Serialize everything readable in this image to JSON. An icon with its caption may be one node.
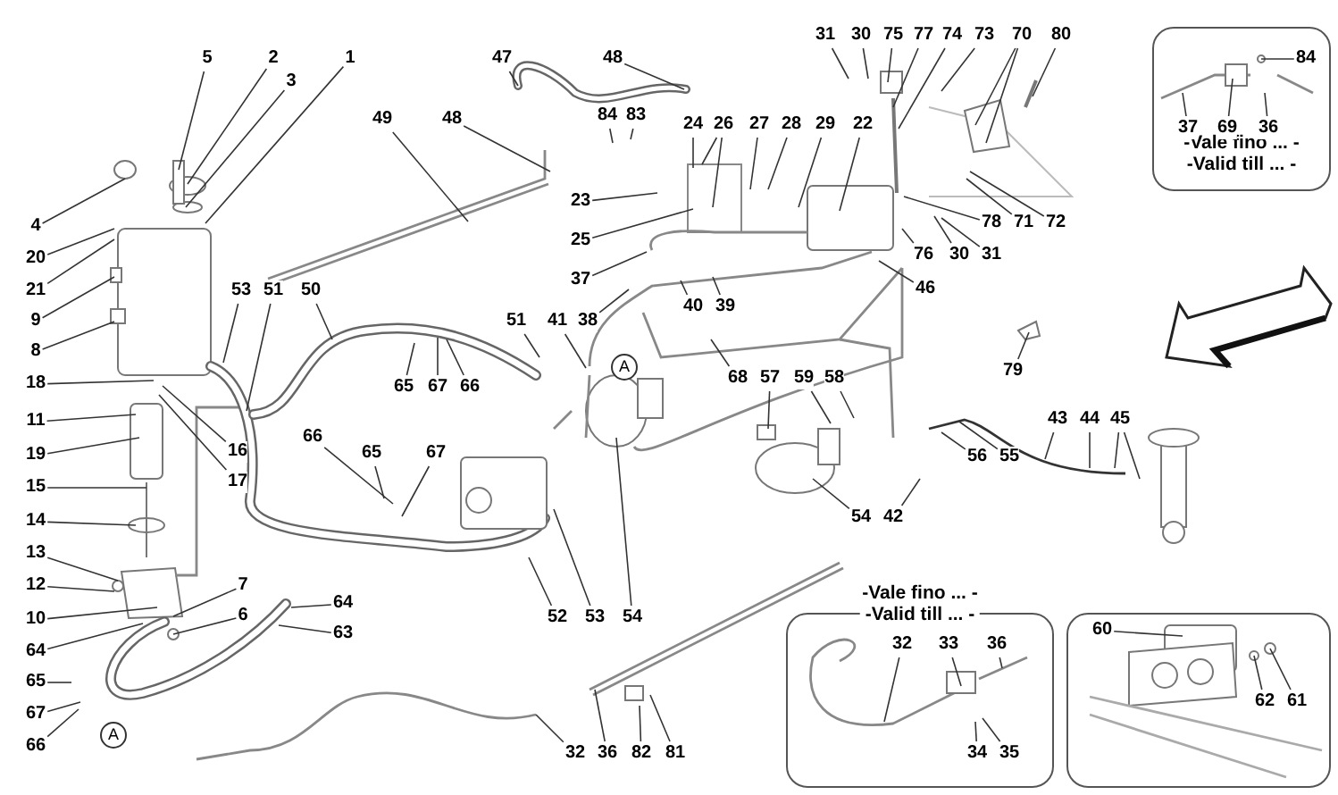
{
  "diagram": {
    "nodes": [
      {
        "text": [
          "5"
        ]
      },
      {
        "text": [
          "2"
        ]
      },
      {
        "text": [
          "3"
        ]
      },
      {
        "text": [
          "1"
        ]
      },
      {
        "text": [
          "4"
        ]
      },
      {
        "text": [
          "20"
        ]
      },
      {
        "text": [
          "21"
        ]
      },
      {
        "text": [
          "9"
        ]
      },
      {
        "text": [
          "8"
        ]
      },
      {
        "text": [
          "18"
        ]
      },
      {
        "text": [
          "11"
        ]
      },
      {
        "text": [
          "19"
        ]
      },
      {
        "text": [
          "15"
        ]
      },
      {
        "text": [
          "14"
        ]
      },
      {
        "text": [
          "13"
        ]
      },
      {
        "text": [
          "12"
        ]
      },
      {
        "text": [
          "10"
        ]
      },
      {
        "text": [
          "64"
        ]
      },
      {
        "text": [
          "65"
        ]
      },
      {
        "text": [
          "67"
        ]
      },
      {
        "text": [
          "66"
        ]
      },
      {
        "text": [
          "16"
        ]
      },
      {
        "text": [
          "17"
        ]
      },
      {
        "text": [
          "53"
        ]
      },
      {
        "text": [
          "51"
        ]
      },
      {
        "text": [
          "50"
        ]
      },
      {
        "text": [
          "7"
        ]
      },
      {
        "text": [
          "6"
        ]
      },
      {
        "text": [
          "64"
        ]
      },
      {
        "text": [
          "63"
        ]
      },
      {
        "text": [
          "47"
        ]
      },
      {
        "text": [
          "48"
        ]
      },
      {
        "text": [
          "49"
        ]
      },
      {
        "text": [
          "48"
        ]
      },
      {
        "text": [
          "84"
        ]
      },
      {
        "text": [
          "83"
        ]
      },
      {
        "text": [
          "24"
        ]
      },
      {
        "text": [
          "26"
        ]
      },
      {
        "text": [
          "27"
        ]
      },
      {
        "text": [
          "28"
        ]
      },
      {
        "text": [
          "29"
        ]
      },
      {
        "text": [
          "22"
        ]
      },
      {
        "text": [
          "23"
        ]
      },
      {
        "text": [
          "25"
        ]
      },
      {
        "text": [
          "37"
        ]
      },
      {
        "text": [
          "38"
        ]
      },
      {
        "text": [
          "40"
        ]
      },
      {
        "text": [
          "39"
        ]
      },
      {
        "text": [
          "41"
        ]
      },
      {
        "text": [
          "51"
        ]
      },
      {
        "text": [
          "65"
        ]
      },
      {
        "text": [
          "67"
        ]
      },
      {
        "text": [
          "66"
        ]
      },
      {
        "text": [
          "68"
        ]
      },
      {
        "text": [
          "57"
        ]
      },
      {
        "text": [
          "59"
        ]
      },
      {
        "text": [
          "58"
        ]
      },
      {
        "text": [
          "66"
        ]
      },
      {
        "text": [
          "65"
        ]
      },
      {
        "text": [
          "67"
        ]
      },
      {
        "text": [
          "52"
        ]
      },
      {
        "text": [
          "53"
        ]
      },
      {
        "text": [
          "54"
        ]
      },
      {
        "text": [
          "54"
        ]
      },
      {
        "text": [
          "42"
        ]
      },
      {
        "text": [
          "56"
        ]
      },
      {
        "text": [
          "55"
        ]
      },
      {
        "text": [
          "43"
        ]
      },
      {
        "text": [
          "44"
        ]
      },
      {
        "text": [
          "45"
        ]
      },
      {
        "text": [
          "79"
        ]
      },
      {
        "text": [
          "32"
        ]
      },
      {
        "text": [
          "36"
        ]
      },
      {
        "text": [
          "82"
        ]
      },
      {
        "text": [
          "81"
        ]
      },
      {
        "text": [
          "31"
        ]
      },
      {
        "text": [
          "30"
        ]
      },
      {
        "text": [
          "75"
        ]
      },
      {
        "text": [
          "77"
        ]
      },
      {
        "text": [
          "74"
        ]
      },
      {
        "text": [
          "73"
        ]
      },
      {
        "text": [
          "70"
        ]
      },
      {
        "text": [
          "80"
        ]
      },
      {
        "text": [
          "78"
        ]
      },
      {
        "text": [
          "71"
        ]
      },
      {
        "text": [
          "72"
        ]
      },
      {
        "text": [
          "76"
        ]
      },
      {
        "text": [
          "30"
        ]
      },
      {
        "text": [
          "31"
        ]
      },
      {
        "text": [
          "46"
        ]
      },
      {
        "text": [
          "-Vale fino ... -",
          "-Valid till ... -"
        ]
      },
      {
        "text": [
          "84"
        ],
        "in": 90
      },
      {
        "text": [
          "37"
        ],
        "in": 90
      },
      {
        "text": [
          "69"
        ],
        "in": 90
      },
      {
        "text": [
          "36"
        ],
        "in": 90
      },
      {
        "text": [
          "-Vale fino ... -",
          "-Valid till ... -"
        ]
      },
      {
        "text": [
          "32"
        ],
        "in": 95
      },
      {
        "text": [
          "33"
        ],
        "in": 95
      },
      {
        "text": [
          "36"
        ],
        "in": 95
      },
      {
        "text": [
          "34"
        ],
        "in": 95
      },
      {
        "text": [
          "35"
        ],
        "in": 95
      },
      {
        "text": [],
        "shape": "box"
      },
      {
        "text": [
          "60"
        ],
        "in": 101
      },
      {
        "text": [
          "62"
        ],
        "in": 101
      },
      {
        "text": [
          "61"
        ],
        "in": 101
      }
    ],
    "edges": [
      {
        "from": 0,
        "to": null,
        "arrow": "none"
      },
      {
        "from": 1,
        "to": null,
        "arrow": "none"
      },
      {
        "from": 2,
        "to": null,
        "arrow": "none"
      },
      {
        "from": 3,
        "to": null,
        "arrow": "none"
      },
      {
        "from": 4,
        "to": null,
        "arrow": "none"
      },
      {
        "from": 5,
        "to": null,
        "arrow": "none"
      },
      {
        "from": 6,
        "to": null,
        "arrow": "none"
      },
      {
        "from": 7,
        "to": null,
        "arrow": "none"
      },
      {
        "from": 8,
        "to": null,
        "arrow": "none"
      },
      {
        "from": 9,
        "to": null,
        "arrow": "none"
      },
      {
        "from": 10,
        "to": null,
        "arrow": "none"
      },
      {
        "from": 11,
        "to": null,
        "arrow": "none"
      },
      {
        "from": 12,
        "to": null,
        "arrow": "none"
      },
      {
        "from": 13,
        "to": null,
        "arrow": "none"
      },
      {
        "from": 14,
        "to": null,
        "arrow": "none"
      },
      {
        "from": 15,
        "to": null,
        "arrow": "none"
      },
      {
        "from": 16,
        "to": null,
        "arrow": "none"
      },
      {
        "from": 17,
        "to": null,
        "arrow": "none"
      },
      {
        "from": 18,
        "to": null,
        "arrow": "none"
      },
      {
        "from": 19,
        "to": null,
        "arrow": "none"
      },
      {
        "from": 20,
        "to": null,
        "arrow": "none"
      },
      {
        "from": 21,
        "to": null,
        "arrow": "none"
      },
      {
        "from": 22,
        "to": null,
        "arrow": "none"
      },
      {
        "from": 23,
        "to": null,
        "arrow": "none"
      },
      {
        "from": 24,
        "to": null,
        "arrow": "none"
      },
      {
        "from": 25,
        "to": null,
        "arrow": "none"
      },
      {
        "from": 26,
        "to": null,
        "arrow": "none"
      },
      {
        "from": 27,
        "to": null,
        "arrow": "none"
      },
      {
        "from": 28,
        "to": null,
        "arrow": "none"
      },
      {
        "from": 29,
        "to": null,
        "arrow": "none"
      },
      {
        "from": 30,
        "to": null,
        "arrow": "none"
      },
      {
        "from": 31,
        "to": null,
        "arrow": "none"
      },
      {
        "from": 32,
        "to": null,
        "arrow": "none"
      },
      {
        "from": 33,
        "to": null,
        "arrow": "none"
      },
      {
        "from": 34,
        "to": null,
        "arrow": "none"
      },
      {
        "from": 35,
        "to": null,
        "arrow": "none"
      },
      {
        "from": 36,
        "to": null,
        "arrow": "none"
      },
      {
        "from": 37,
        "to": null,
        "arrow": "none"
      },
      {
        "from": 37,
        "to": null,
        "arrow": "none"
      },
      {
        "from": 38,
        "to": null,
        "arrow": "none"
      },
      {
        "from": 39,
        "to": null,
        "arrow": "none"
      },
      {
        "from": 40,
        "to": null,
        "arrow": "none"
      },
      {
        "from": 41,
        "to": null,
        "arrow": "none"
      },
      {
        "from": 42,
        "to": null,
        "arrow": "none"
      },
      {
        "from": 43,
        "to": null,
        "arrow": "none"
      },
      {
        "from": 44,
        "to": null,
        "arrow": "none"
      },
      {
        "from": 45,
        "to": null,
        "arrow": "none"
      },
      {
        "from": 46,
        "to": null,
        "arrow": "none"
      },
      {
        "from": 47,
        "to": null,
        "arrow": "none"
      },
      {
        "from": 48,
        "to": null,
        "arrow": "none"
      },
      {
        "from": 49,
        "to": null,
        "arrow": "none"
      },
      {
        "from": 50,
        "to": null,
        "arrow": "none"
      },
      {
        "from": 51,
        "to": null,
        "arrow": "none"
      },
      {
        "from": 52,
        "to": null,
        "arrow": "none"
      },
      {
        "from": 53,
        "to": null,
        "arrow": "none"
      },
      {
        "from": 54,
        "to": null,
        "arrow": "none"
      },
      {
        "from": 55,
        "to": null,
        "arrow": "none"
      },
      {
        "from": 56,
        "to": null,
        "arrow": "none"
      },
      {
        "from": 57,
        "to": null,
        "arrow": "none"
      },
      {
        "from": 58,
        "to": null,
        "arrow": "none"
      },
      {
        "from": 59,
        "to": null,
        "arrow": "none"
      },
      {
        "from": 60,
        "to": null,
        "arrow": "none"
      },
      {
        "from": 61,
        "to": null,
        "arrow": "none"
      },
      {
        "from": 62,
        "to": null,
        "arrow": "none"
      },
      {
        "from": 63,
        "to": null,
        "arrow": "none"
      },
      {
        "from": 64,
        "to": null,
        "arrow": "none"
      },
      {
        "from": 65,
        "to": null,
        "arrow": "none"
      },
      {
        "from": 66,
        "to": null,
        "arrow": "none"
      },
      {
        "from": 67,
        "to": null,
        "arrow": "none"
      },
      {
        "from": 68,
        "to": null,
        "arrow": "none"
      },
      {
        "from": 69,
        "to": null,
        "arrow": "none"
      },
      {
        "from": 69,
        "to": null,
        "arrow": "none"
      },
      {
        "from": 70,
        "to": null,
        "arrow": "none"
      },
      {
        "from": 71,
        "to": null,
        "arrow": "none"
      },
      {
        "from": 72,
        "to": null,
        "arrow": "none"
      },
      {
        "from": 73,
        "to": null,
        "arrow": "none"
      },
      {
        "from": 74,
        "to": null,
        "arrow": "none"
      },
      {
        "from": 75,
        "to": null,
        "arrow": "none"
      },
      {
        "from": 76,
        "to": null,
        "arrow": "none"
      },
      {
        "from": 77,
        "to": null,
        "arrow": "none"
      },
      {
        "from": 78,
        "to": null,
        "arrow": "none"
      },
      {
        "from": 79,
        "to": null,
        "arrow": "none"
      },
      {
        "from": 80,
        "to": null,
        "arrow": "none"
      },
      {
        "from": 81,
        "to": null,
        "arrow": "none"
      },
      {
        "from": 81,
        "to": null,
        "arrow": "none"
      },
      {
        "from": 82,
        "to": null,
        "arrow": "none"
      },
      {
        "from": 83,
        "to": null,
        "arrow": "none"
      },
      {
        "from": 84,
        "to": null,
        "arrow": "none"
      },
      {
        "from": 85,
        "to": null,
        "arrow": "none"
      },
      {
        "from": 86,
        "to": null,
        "arrow": "none"
      },
      {
        "from": 87,
        "to": null,
        "arrow": "none"
      },
      {
        "from": 88,
        "to": null,
        "arrow": "none"
      },
      {
        "from": 89,
        "to": null,
        "arrow": "none"
      },
      {
        "from": 91,
        "to": null,
        "arrow": "none"
      },
      {
        "from": 92,
        "to": null,
        "arrow": "none"
      },
      {
        "from": 93,
        "to": null,
        "arrow": "none"
      },
      {
        "from": 94,
        "to": null,
        "arrow": "none"
      },
      {
        "from": 96,
        "to": null,
        "arrow": "none"
      },
      {
        "from": 97,
        "to": null,
        "arrow": "none"
      },
      {
        "from": 98,
        "to": null,
        "arrow": "none"
      },
      {
        "from": 99,
        "to": null,
        "arrow": "none"
      },
      {
        "from": 100,
        "to": null,
        "arrow": "none"
      },
      {
        "from": 102,
        "to": null,
        "arrow": "none"
      },
      {
        "from": 103,
        "to": null,
        "arrow": "none"
      },
      {
        "from": 104,
        "to": null,
        "arrow": "none"
      }
    ],
    "labels": [
      "A",
      "A"
    ]
  }
}
